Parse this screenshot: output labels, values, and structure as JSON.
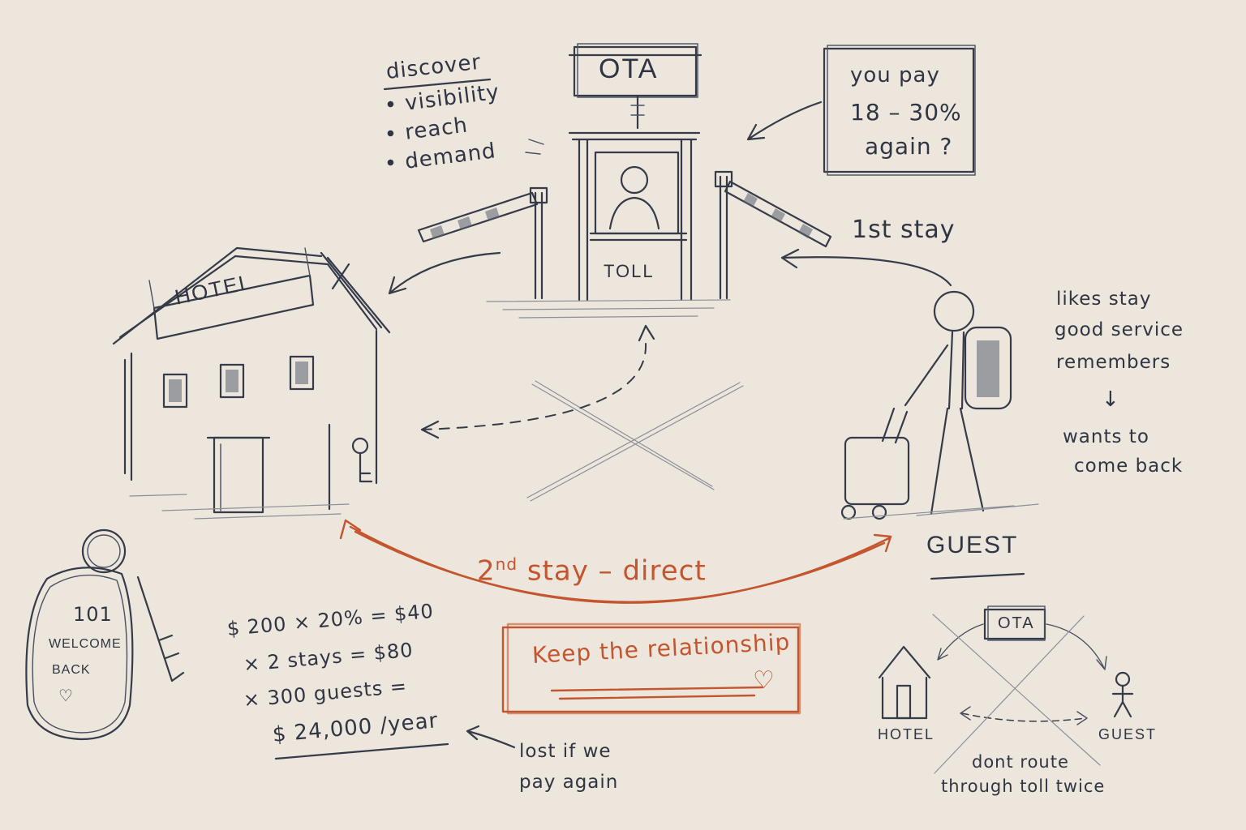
{
  "ota": {
    "sign": "OTA",
    "booth_label": "TOLL"
  },
  "discover": {
    "title": "discover",
    "items": [
      "visibility",
      "reach",
      "demand"
    ]
  },
  "pay_note": {
    "line1": "you pay",
    "line2": "18 – 30%",
    "line3": "again ?"
  },
  "first_stay": "1st stay",
  "hotel": {
    "sign": "HOTEL"
  },
  "guest": {
    "label": "GUEST",
    "notes": [
      "likes stay",
      "good service",
      "remembers",
      "wants to",
      "come back"
    ],
    "arrow_glyph": "↓"
  },
  "second_stay": {
    "ordinal": "2",
    "suffix": "nd",
    "rest": "stay – direct"
  },
  "relationship": {
    "text": "Keep the relationship",
    "heart": "♡"
  },
  "math": {
    "line1": "$ 200 × 20% = $40",
    "line2": "× 2  stays  =  $80",
    "line3": "× 300 guests =",
    "line4": "$ 24,000 /year"
  },
  "lost_note": {
    "line1": "lost if we",
    "line2": "pay again"
  },
  "keytag": {
    "room": "101",
    "line1": "WELCOME",
    "line2": "BACK",
    "heart": "♡"
  },
  "mini": {
    "ota": "OTA",
    "hotel": "HOTEL",
    "guest": "GUEST",
    "caption1": "dont route",
    "caption2": "through toll twice"
  },
  "colors": {
    "ink": "#353b48",
    "accent": "#c4552e",
    "paper": "#ece6dd"
  }
}
